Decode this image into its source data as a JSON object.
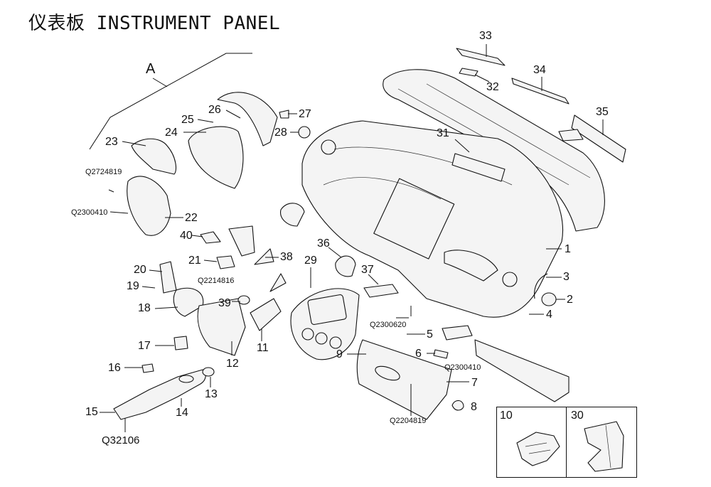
{
  "title": "仪表板 INSTRUMENT PANEL",
  "group_label": "A",
  "callouts": {
    "p1": "1",
    "p2": "2",
    "p3": "3",
    "p4": "4",
    "p5": "5",
    "p6": "6",
    "p7": "7",
    "p8": "8",
    "p9": "9",
    "p10": "10",
    "p11": "11",
    "p12": "12",
    "p13": "13",
    "p14": "14",
    "p15": "15",
    "p16": "16",
    "p17": "17",
    "p18": "18",
    "p19": "19",
    "p20": "20",
    "p21": "21",
    "p22": "22",
    "p23": "23",
    "p24": "24",
    "p25": "25",
    "p26": "26",
    "p27": "27",
    "p28": "28",
    "p29": "29",
    "p30": "30",
    "p31": "31",
    "p32": "32",
    "p33": "33",
    "p34": "34",
    "p35": "35",
    "p36": "36",
    "p37": "37",
    "p38": "38",
    "p39": "39",
    "p40": "40"
  },
  "part_codes": {
    "q2724819": "Q2724819",
    "q2300410_left": "Q2300410",
    "q2214816": "Q2214816",
    "q2300620": "Q2300620",
    "q2300410_right": "Q2300410",
    "q2204819": "Q2204819",
    "q32106": "Q32106"
  }
}
